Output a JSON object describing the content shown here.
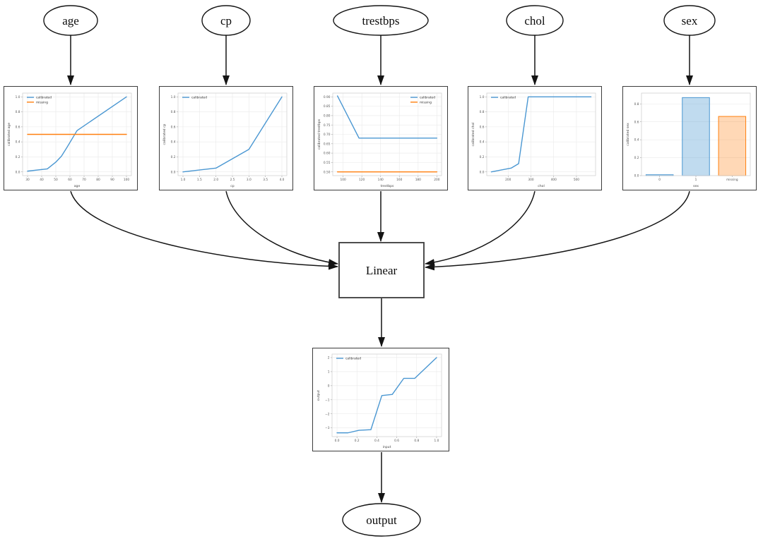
{
  "diagram": {
    "input_nodes": [
      {
        "id": "age",
        "label": "age"
      },
      {
        "id": "cp",
        "label": "cp"
      },
      {
        "id": "trestbps",
        "label": "trestbps"
      },
      {
        "id": "chol",
        "label": "chol"
      },
      {
        "id": "sex",
        "label": "sex"
      }
    ],
    "combiner_node": {
      "label": "Linear"
    },
    "output_node": {
      "label": "output"
    }
  },
  "colors": {
    "calibrated_line": "#4a97d2",
    "missing_line": "#ff7f0e",
    "bar_blue_fill": "rgba(74,151,210,0.35)",
    "bar_orange_fill": "rgba(255,127,14,0.30)",
    "grid": "#e9e9e9",
    "spine": "#d2d2d2",
    "tick_text": "#555555",
    "edge": "#141414"
  },
  "chart_data": [
    {
      "type": "line",
      "name": "age",
      "title": "",
      "xlabel": "age",
      "ylabel": "calibrated age",
      "xlim": [
        26.5,
        103.5
      ],
      "ylim": [
        -0.05,
        1.05
      ],
      "grid": true,
      "legend_position": "upper-left",
      "xticks": {
        "values": [
          30,
          40,
          50,
          60,
          70,
          80,
          90,
          100
        ],
        "labels": [
          "30",
          "40",
          "50",
          "60",
          "70",
          "80",
          "90",
          "100"
        ]
      },
      "yticks": {
        "values": [
          0,
          0.2,
          0.4,
          0.6,
          0.8,
          1.0
        ],
        "labels": [
          "0.0",
          "0.2",
          "0.4",
          "0.6",
          "0.8",
          "1.0"
        ]
      },
      "series": [
        {
          "name": "calibrated",
          "color": "#4a97d2",
          "x": [
            30,
            44,
            50,
            54,
            58,
            65,
            100
          ],
          "y": [
            0.01,
            0.04,
            0.13,
            0.21,
            0.33,
            0.55,
            1.0
          ]
        },
        {
          "name": "missing",
          "color": "#ff7f0e",
          "x": [
            30,
            100
          ],
          "y": [
            0.5,
            0.5
          ]
        }
      ]
    },
    {
      "type": "line",
      "name": "cp",
      "title": "",
      "xlabel": "cp",
      "ylabel": "calibrated cp",
      "xlim": [
        0.85,
        4.15
      ],
      "ylim": [
        -0.05,
        1.05
      ],
      "grid": true,
      "legend_position": "upper-left",
      "xticks": {
        "values": [
          1.0,
          1.5,
          2.0,
          2.5,
          3.0,
          3.5,
          4.0
        ],
        "labels": [
          "1.0",
          "1.5",
          "2.0",
          "2.5",
          "3.0",
          "3.5",
          "4.0"
        ]
      },
      "yticks": {
        "values": [
          0,
          0.2,
          0.4,
          0.6,
          0.8,
          1.0
        ],
        "labels": [
          "0.0",
          "0.2",
          "0.4",
          "0.6",
          "0.8",
          "1.0"
        ]
      },
      "series": [
        {
          "name": "calibrated",
          "color": "#4a97d2",
          "x": [
            1,
            2,
            3,
            4
          ],
          "y": [
            0.0,
            0.05,
            0.3,
            1.0
          ]
        }
      ]
    },
    {
      "type": "line",
      "name": "trestbps",
      "title": "",
      "xlabel": "trestbps",
      "ylabel": "calibrated trestbps",
      "xlim": [
        89,
        205
      ],
      "ylim": [
        0.48,
        0.92
      ],
      "grid": true,
      "legend_position": "upper-right",
      "xticks": {
        "values": [
          100,
          120,
          140,
          160,
          180,
          200
        ],
        "labels": [
          "100",
          "120",
          "140",
          "160",
          "180",
          "200"
        ]
      },
      "yticks": {
        "values": [
          0.5,
          0.55,
          0.6,
          0.65,
          0.7,
          0.75,
          0.8,
          0.85,
          0.9
        ],
        "labels": [
          "0.50",
          "0.55",
          "0.60",
          "0.65",
          "0.70",
          "0.75",
          "0.80",
          "0.85",
          "0.90"
        ]
      },
      "series": [
        {
          "name": "calibrated",
          "color": "#4a97d2",
          "x": [
            94,
            117,
            200
          ],
          "y": [
            0.905,
            0.68,
            0.68
          ]
        },
        {
          "name": "missing",
          "color": "#ff7f0e",
          "x": [
            94,
            200
          ],
          "y": [
            0.5,
            0.5
          ]
        }
      ]
    },
    {
      "type": "line",
      "name": "chol",
      "title": "",
      "xlabel": "chol",
      "ylabel": "calibrated chol",
      "xlim": [
        106,
        584
      ],
      "ylim": [
        -0.05,
        1.05
      ],
      "grid": true,
      "legend_position": "upper-left",
      "xticks": {
        "values": [
          200,
          300,
          400,
          500
        ],
        "labels": [
          "200",
          "300",
          "400",
          "500"
        ]
      },
      "yticks": {
        "values": [
          0,
          0.2,
          0.4,
          0.6,
          0.8,
          1.0
        ],
        "labels": [
          "0.0",
          "0.2",
          "0.4",
          "0.6",
          "0.8",
          "1.0"
        ]
      },
      "series": [
        {
          "name": "calibrated",
          "color": "#4a97d2",
          "x": [
            126,
            213,
            246,
            288,
            564
          ],
          "y": [
            0.0,
            0.05,
            0.11,
            1.0,
            1.0
          ]
        }
      ]
    },
    {
      "type": "bar",
      "name": "sex",
      "title": "",
      "xlabel": "sex",
      "ylabel": "calibrated sex",
      "ylim": [
        0,
        0.92
      ],
      "grid": true,
      "legend_position": null,
      "yticks": {
        "values": [
          0,
          0.2,
          0.4,
          0.6,
          0.8
        ],
        "labels": [
          "0.0",
          "0.2",
          "0.4",
          "0.6",
          "0.8"
        ]
      },
      "categories": [
        "0",
        "1",
        "missing"
      ],
      "values": [
        0.01,
        0.87,
        0.66
      ],
      "bar_stroke": [
        "#4a97d2",
        "#4a97d2",
        "#ff7f0e"
      ],
      "bar_fill": [
        "rgba(74,151,210,0.35)",
        "rgba(74,151,210,0.35)",
        "rgba(255,127,14,0.30)"
      ]
    },
    {
      "type": "line",
      "name": "output",
      "title": "",
      "xlabel": "input",
      "ylabel": "output",
      "xlim": [
        -0.05,
        1.05
      ],
      "ylim": [
        -3.62,
        2.25
      ],
      "grid": true,
      "legend_position": "upper-left",
      "xticks": {
        "values": [
          0.0,
          0.2,
          0.4,
          0.6,
          0.8,
          1.0
        ],
        "labels": [
          "0.0",
          "0.2",
          "0.4",
          "0.6",
          "0.8",
          "1.0"
        ]
      },
      "yticks": {
        "values": [
          2,
          1,
          0,
          -1,
          -2,
          -3
        ],
        "labels": [
          "2",
          "1",
          "0",
          "−1",
          "−2",
          "−3"
        ]
      },
      "series": [
        {
          "name": "calibrated",
          "color": "#4a97d2",
          "x": [
            0.0,
            0.11,
            0.22,
            0.34,
            0.45,
            0.555,
            0.67,
            0.78,
            1.0
          ],
          "y": [
            -3.35,
            -3.35,
            -3.17,
            -3.13,
            -0.7,
            -0.62,
            0.52,
            0.52,
            2.0
          ]
        }
      ]
    }
  ]
}
